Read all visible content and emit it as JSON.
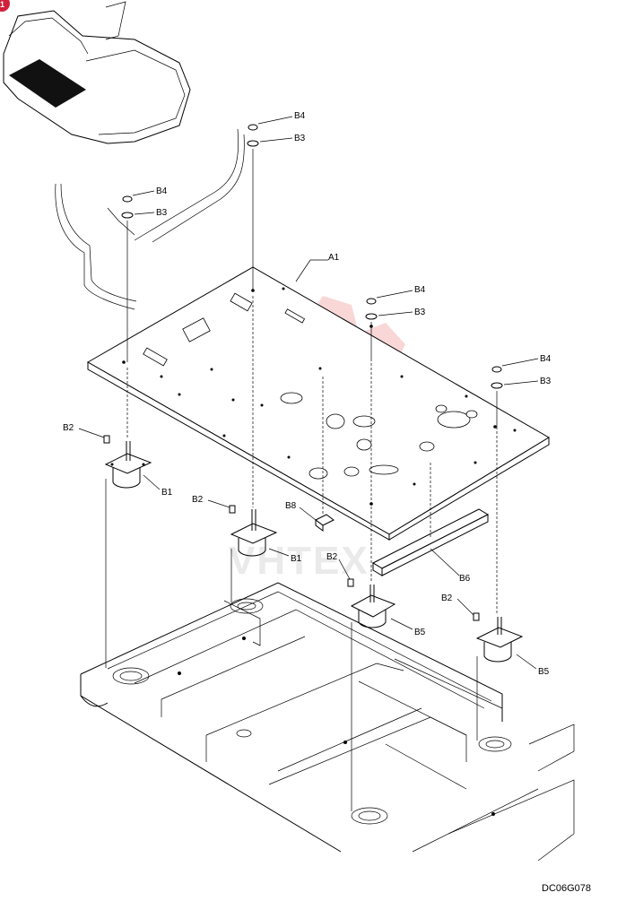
{
  "diagram": {
    "figure_code": "DC06G078",
    "page_marker": "1",
    "watermark_text": "VHTEX",
    "parts": [
      {
        "id": "a1",
        "label": "A1"
      },
      {
        "id": "b4-top",
        "label": "B4"
      },
      {
        "id": "b3-top",
        "label": "B3"
      },
      {
        "id": "b4-left",
        "label": "B4"
      },
      {
        "id": "b3-left",
        "label": "B3"
      },
      {
        "id": "b4-mid",
        "label": "B4"
      },
      {
        "id": "b3-mid",
        "label": "B3"
      },
      {
        "id": "b4-right",
        "label": "B4"
      },
      {
        "id": "b3-right",
        "label": "B3"
      },
      {
        "id": "b2-left",
        "label": "B2"
      },
      {
        "id": "b1-left",
        "label": "B1"
      },
      {
        "id": "b2-center",
        "label": "B2"
      },
      {
        "id": "b1-center",
        "label": "B1"
      },
      {
        "id": "b8",
        "label": "B8"
      },
      {
        "id": "b2-mid",
        "label": "B2"
      },
      {
        "id": "b5-mid",
        "label": "B5"
      },
      {
        "id": "b6",
        "label": "B6"
      },
      {
        "id": "b2-right",
        "label": "B2"
      },
      {
        "id": "b5-right",
        "label": "B5"
      }
    ]
  }
}
